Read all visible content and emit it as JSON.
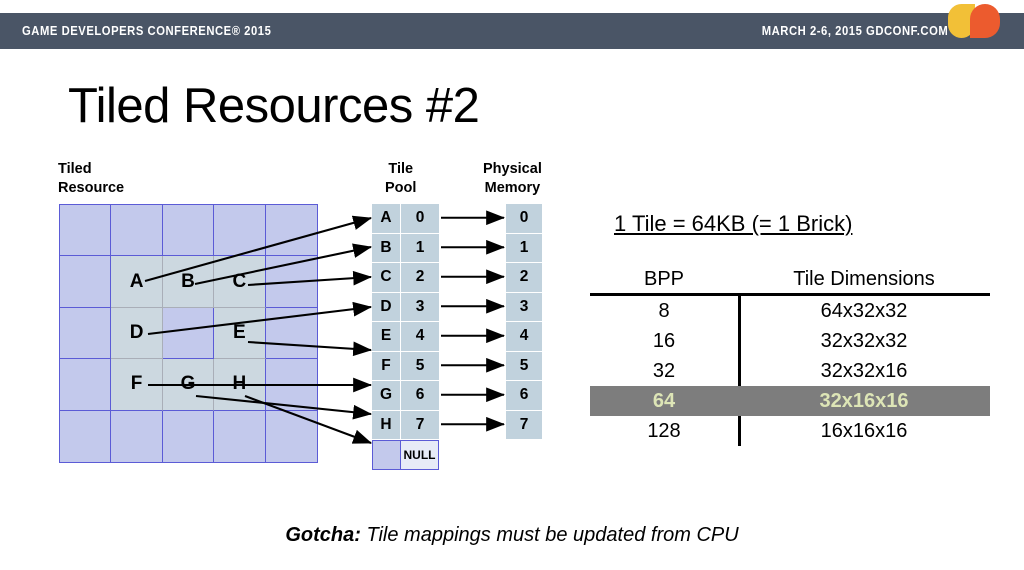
{
  "header": {
    "left_text": "GAME DEVELOPERS CONFERENCE® 2015",
    "right_text": "MARCH 2-6, 2015  GDCONF.COM",
    "bar_color": "#4a5566",
    "logo_yellow": "#f2c037",
    "logo_orange": "#ec5b2e"
  },
  "title": "Tiled Resources #2",
  "diagram": {
    "tiled_resource_label": "Tiled\nResource",
    "tiled_resource_label_line1": "Tiled",
    "tiled_resource_label_line2": "Resource",
    "tile_pool_label_line1": "Tile",
    "tile_pool_label_line2": "Pool",
    "physical_memory_label_line1": "Physical",
    "physical_memory_label_line2": "Memory",
    "grid": {
      "cols": 5,
      "rows": 5,
      "outer_fill": "#c3c9ec",
      "mapped_fill": "#ccd8e0",
      "border_color": "#5b5bd6",
      "mapped_cells": [
        {
          "row": 2,
          "col": 2,
          "letter": "A"
        },
        {
          "row": 2,
          "col": 3,
          "letter": "B"
        },
        {
          "row": 2,
          "col": 4,
          "letter": "C"
        },
        {
          "row": 3,
          "col": 2,
          "letter": "D"
        },
        {
          "row": 3,
          "col": 3,
          "letter": ""
        },
        {
          "row": 3,
          "col": 4,
          "letter": "E"
        },
        {
          "row": 4,
          "col": 2,
          "letter": "F"
        },
        {
          "row": 4,
          "col": 3,
          "letter": "G"
        },
        {
          "row": 4,
          "col": 4,
          "letter": "H"
        }
      ]
    },
    "tile_pool": {
      "rows": [
        {
          "letter": "A",
          "index": "0"
        },
        {
          "letter": "B",
          "index": "1"
        },
        {
          "letter": "C",
          "index": "2"
        },
        {
          "letter": "D",
          "index": "3"
        },
        {
          "letter": "E",
          "index": "4"
        },
        {
          "letter": "F",
          "index": "5"
        },
        {
          "letter": "G",
          "index": "6"
        },
        {
          "letter": "H",
          "index": "7"
        }
      ],
      "null_label": "NULL",
      "cell_fill": "#c1d2dd"
    },
    "physical_memory": {
      "cells": [
        "0",
        "1",
        "2",
        "3",
        "4",
        "5",
        "6",
        "7"
      ],
      "cell_fill": "#c1d2dd"
    }
  },
  "info": {
    "tile_equation": "1 Tile = 64KB (= 1 Brick)",
    "table": {
      "headers": [
        "BPP",
        "Tile Dimensions"
      ],
      "rows": [
        {
          "bpp": "8",
          "dims": "64x32x32",
          "highlight": false
        },
        {
          "bpp": "16",
          "dims": "32x32x32",
          "highlight": false
        },
        {
          "bpp": "32",
          "dims": "32x32x16",
          "highlight": false
        },
        {
          "bpp": "64",
          "dims": "32x16x16",
          "highlight": true
        },
        {
          "bpp": "128",
          "dims": "16x16x16",
          "highlight": false
        }
      ],
      "highlight_bg": "#7d7d7d",
      "highlight_fg": "#dde5b6"
    }
  },
  "footer": {
    "gotcha_bold": "Gotcha:",
    "gotcha_text": " Tile mappings must be updated from CPU"
  }
}
